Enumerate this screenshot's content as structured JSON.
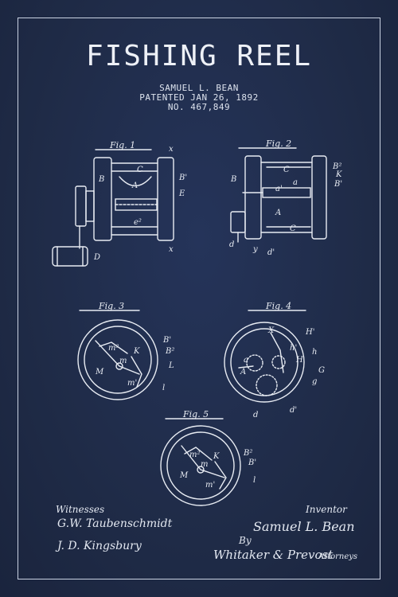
{
  "title": "FISHING REEL",
  "inventor_line": "SAMUEL L. BEAN",
  "patent_date_line": "PATENTED JAN 26, 1892",
  "patent_number_line": "NO. 467,849",
  "figures": {
    "fig1": "Fig. 1",
    "fig2": "Fig. 2",
    "fig3": "Fig. 3",
    "fig4": "Fig. 4",
    "fig5": "Fig. 5"
  },
  "signatures": {
    "witnesses_label": "Witnesses",
    "witness1": "G.W. Taubenschmidt",
    "witness2": "J. D. Kingsbury",
    "inventor_label": "Inventor",
    "inventor_signature": "Samuel L. Bean",
    "by_label": "By",
    "attorney_signature": "Whitaker & Prevost",
    "attorneys_label": "Attorneys"
  },
  "colors": {
    "background": "#1f2b47",
    "ink": "#e8ecf3"
  }
}
